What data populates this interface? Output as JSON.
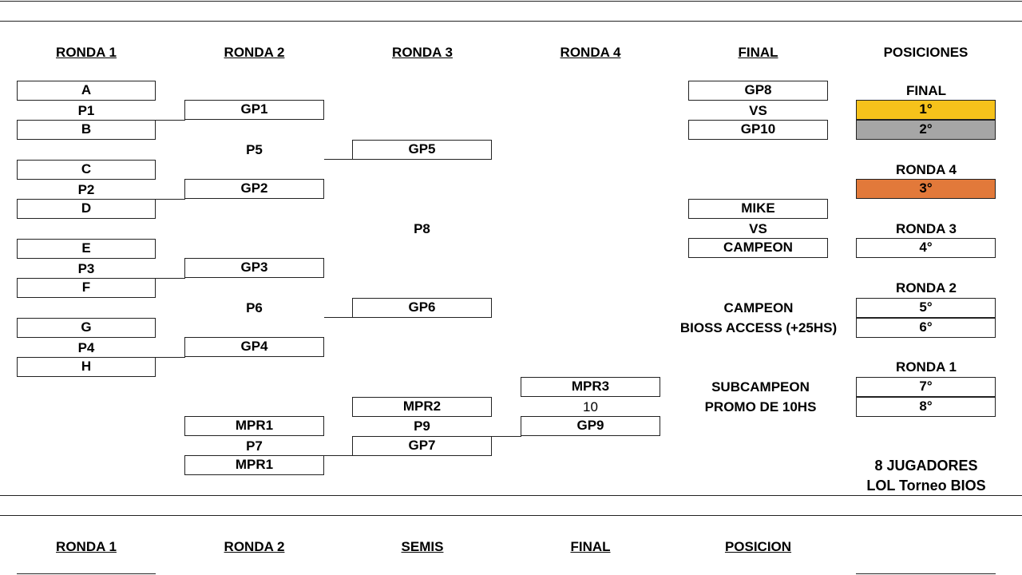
{
  "section1": {
    "headers": {
      "r1": "RONDA 1",
      "r2": "RONDA 2",
      "r3": "RONDA 3",
      "r4": "RONDA 4",
      "final": "FINAL",
      "posiciones": "POSICIONES"
    },
    "ronda1": {
      "m1": [
        "A",
        "P1",
        "B"
      ],
      "m2": [
        "C",
        "P2",
        "D"
      ],
      "m3": [
        "E",
        "P3",
        "F"
      ],
      "m4": [
        "G",
        "P4",
        "H"
      ]
    },
    "ronda2": {
      "gp1": "GP1",
      "p5": "P5",
      "gp2": "GP2",
      "gp3": "GP3",
      "p6": "P6",
      "gp4": "GP4",
      "mpr1_top": "MPR1",
      "p7": "P7",
      "mpr1_bottom": "MPR1"
    },
    "ronda3": {
      "gp5": "GP5",
      "p8": "P8",
      "gp6": "GP6",
      "mpr2": "MPR2",
      "p9": "P9",
      "gp7": "GP7"
    },
    "ronda4": {
      "mpr3": "MPR3",
      "num10": "10",
      "gp9": "GP9"
    },
    "final_col": {
      "gp8": "GP8",
      "vs1": "VS",
      "gp10": "GP10",
      "mike": "MIKE",
      "vs2": "VS",
      "campeon_box": "CAMPEON",
      "campeon_label": "CAMPEON",
      "bioss_access": "BIOSS ACCESS (+25HS)",
      "subcampeon": "SUBCAMPEON",
      "promo": "PROMO DE 10HS"
    },
    "posiciones": {
      "final_label": "FINAL",
      "p1": "1°",
      "p2": "2°",
      "ronda4_label": "RONDA 4",
      "p3": "3°",
      "ronda3_label": "RONDA 3",
      "p4": "4°",
      "ronda2_label": "RONDA 2",
      "p5": "5°",
      "p6": "6°",
      "ronda1_label": "RONDA 1",
      "p7": "7°",
      "p8": "8°"
    },
    "footer": {
      "line1": "8 JUGADORES",
      "line2": "LOL Torneo BIOS"
    },
    "colors": {
      "gold": "#f6c21b",
      "silver": "#a6a6a6",
      "bronze": "#e2793a"
    }
  },
  "section2": {
    "headers": {
      "r1": "RONDA 1",
      "r2": "RONDA 2",
      "semis": "SEMIS",
      "final": "FINAL",
      "posicion": "POSICION"
    }
  }
}
